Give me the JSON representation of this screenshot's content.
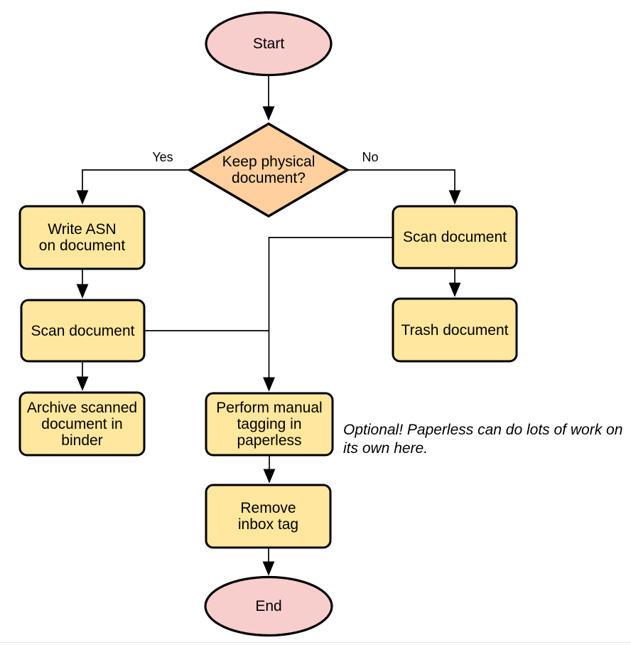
{
  "diagram": {
    "type": "flowchart",
    "background": "#ffffff",
    "colors": {
      "terminal_fill": "#f8cecc",
      "decision_fill": "#ffd09e",
      "process_fill": "#ffe79e",
      "stroke": "#000000"
    },
    "nodes": {
      "start": {
        "shape": "ellipse",
        "label": "Start"
      },
      "decision": {
        "shape": "diamond",
        "label": "Keep physical\ndocument?"
      },
      "write_asn": {
        "shape": "rect",
        "label": "Write ASN\non document"
      },
      "scan_left": {
        "shape": "rect",
        "label": "Scan document"
      },
      "archive": {
        "shape": "rect",
        "label": "Archive scanned\ndocument in\nbinder"
      },
      "scan_right": {
        "shape": "rect",
        "label": "Scan document"
      },
      "trash": {
        "shape": "rect",
        "label": "Trash document"
      },
      "perform": {
        "shape": "rect",
        "label": "Perform manual\ntagging in\npaperless"
      },
      "remove": {
        "shape": "rect",
        "label": "Remove\ninbox tag"
      },
      "end": {
        "shape": "ellipse",
        "label": "End"
      }
    },
    "edge_labels": {
      "yes": "Yes",
      "no": "No"
    },
    "note": "Optional! Paperless can do lots of work on\nits own here."
  }
}
